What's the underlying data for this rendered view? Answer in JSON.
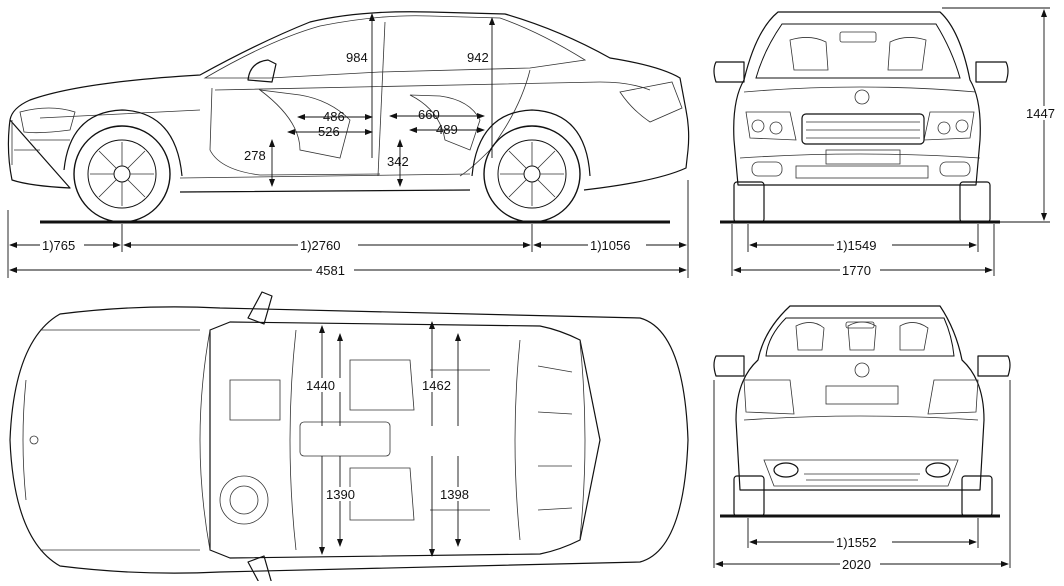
{
  "image": {
    "subject": "Mercedes-Benz sedan dimension drawing"
  },
  "side_view": {
    "front_overhang": "1)765",
    "wheelbase": "1)2760",
    "rear_overhang": "1)1056",
    "overall_length": "4581",
    "front_headroom": "984",
    "rear_headroom": "942",
    "front_legroom_a": "486",
    "front_legroom_b": "526",
    "rear_legroom_a": "660",
    "rear_legroom_b": "489",
    "front_seat_height": "278",
    "rear_seat_height": "342"
  },
  "front_view": {
    "track": "1)1549",
    "width": "1770",
    "height": "1447"
  },
  "top_view": {
    "front_shoulder": "1440",
    "rear_shoulder": "1462",
    "front_elbow": "1390",
    "rear_elbow": "1398"
  },
  "rear_view": {
    "track": "1)1552",
    "width_with_mirrors": "2020"
  }
}
